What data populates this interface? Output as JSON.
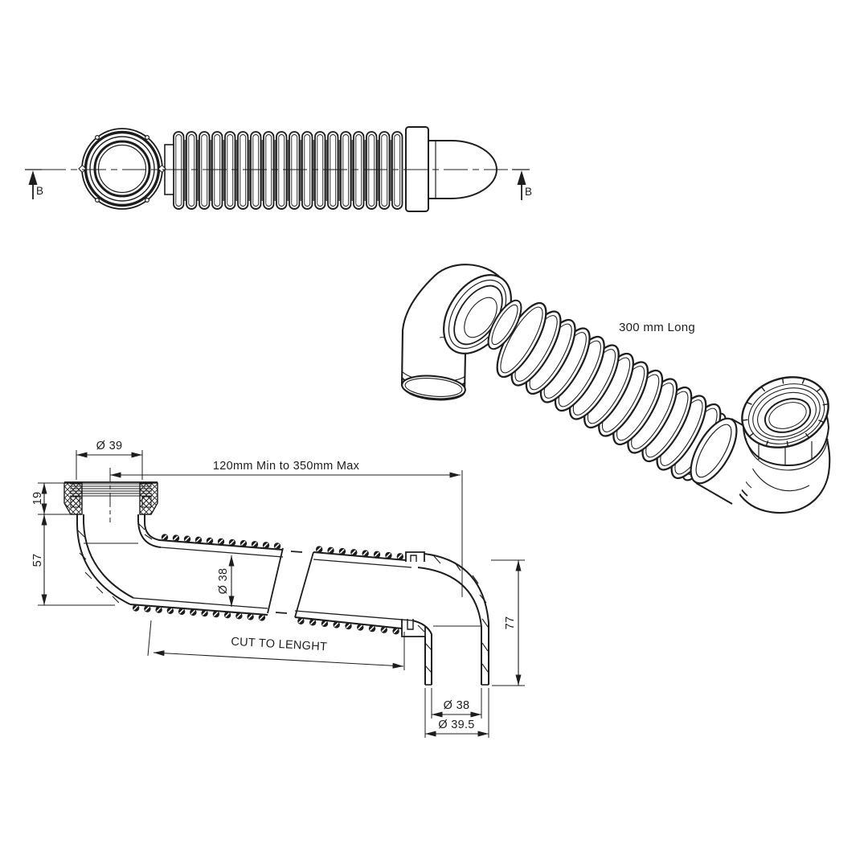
{
  "side_view": {
    "section_label_left": "B",
    "section_label_right": "B"
  },
  "isometric_view": {
    "length_label": "300 mm Long"
  },
  "section_view": {
    "dim_nut_diameter": "Ø 39",
    "dim_overall_length": "120mm Min to 350mm Max",
    "dim_nut_height": "19",
    "dim_inlet_depth": "57",
    "dim_hose_bore": "Ø 38",
    "dim_cut_note": "CUT TO LENGHT",
    "dim_outlet_height": "77",
    "dim_outlet_bore": "Ø 38",
    "dim_outlet_od": "Ø 39.5"
  },
  "colors": {
    "line": "#1d1d1d",
    "background": "#ffffff"
  }
}
